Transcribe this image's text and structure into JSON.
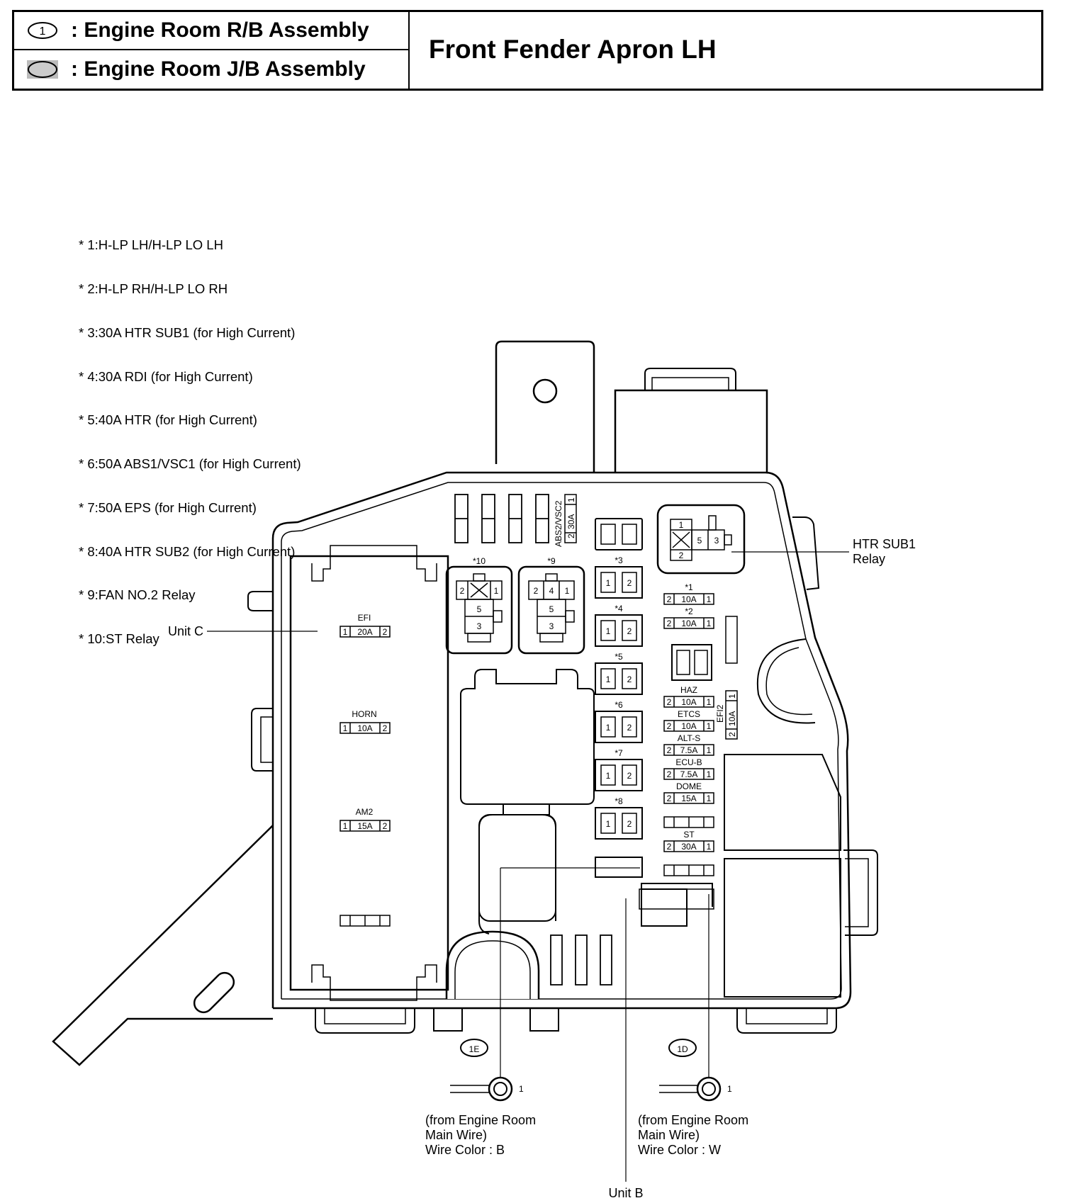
{
  "header": {
    "legend_rb": "Engine Room R/B Assembly",
    "legend_jb": "Engine Room J/B Assembly",
    "legend_rb_code": "1",
    "legend_sep": ":",
    "title": "Front Fender Apron LH"
  },
  "footnotes": [
    "* 1:H-LP LH/H-LP LO LH",
    "* 2:H-LP RH/H-LP LO RH",
    "* 3:30A HTR SUB1 (for High Current)",
    "* 4:30A RDI (for High Current)",
    "* 5:40A HTR (for High Current)",
    "* 6:50A ABS1/VSC1 (for High Current)",
    "* 7:50A EPS (for High Current)",
    "* 8:40A HTR SUB2 (for High Current)",
    "* 9:FAN NO.2 Relay",
    "* 10:ST Relay"
  ],
  "unit_c": {
    "label": "Unit C",
    "fuses": [
      {
        "name": "EFI",
        "amp": "20A",
        "left": "1",
        "right": "2"
      },
      {
        "name": "HORN",
        "amp": "10A",
        "left": "1",
        "right": "2"
      },
      {
        "name": "AM2",
        "amp": "15A",
        "left": "1",
        "right": "2"
      }
    ]
  },
  "relays": {
    "st": {
      "tag": "*10",
      "pins": [
        "2",
        "1",
        "5",
        "3"
      ]
    },
    "fan2": {
      "tag": "*9",
      "pins": [
        "2",
        "4",
        "1",
        "5",
        "3"
      ]
    },
    "htr_sub1": {
      "label_line1": "HTR SUB1",
      "label_line2": "Relay",
      "pins": [
        "1",
        "2",
        "5",
        "3"
      ]
    }
  },
  "abs2": {
    "name": "ABS2/VSC2",
    "amp": "30A",
    "left": "2",
    "right": "1"
  },
  "high_current": {
    "tags": [
      "*3",
      "*4",
      "*5",
      "*6",
      "*7",
      "*8"
    ],
    "pins": [
      "1",
      "2"
    ]
  },
  "right_fuses": [
    {
      "tag": "*1",
      "amp": "10A",
      "left": "2",
      "right": "1"
    },
    {
      "tag": "*2",
      "amp": "10A",
      "left": "2",
      "right": "1"
    },
    {
      "name": "HAZ",
      "amp": "10A",
      "left": "2",
      "right": "1"
    },
    {
      "name": "ETCS",
      "amp": "10A",
      "left": "2",
      "right": "1"
    },
    {
      "name": "ALT-S",
      "amp": "7.5A",
      "left": "2",
      "right": "1"
    },
    {
      "name": "ECU-B",
      "amp": "7.5A",
      "left": "2",
      "right": "1"
    },
    {
      "name": "DOME",
      "amp": "15A",
      "left": "2",
      "right": "1"
    },
    {
      "name": "ST",
      "amp": "30A",
      "left": "2",
      "right": "1"
    }
  ],
  "efi2": {
    "name": "EFI2",
    "amp": "10A",
    "left": "2",
    "right": "1"
  },
  "connectors": [
    {
      "code": "1E",
      "pin": "1",
      "from_line1": "(from Engine Room",
      "from_line2": "Main Wire)",
      "wire": "Wire Color : B"
    },
    {
      "code": "1D",
      "pin": "1",
      "from_line1": "(from Engine Room",
      "from_line2": "Main Wire)",
      "wire": "Wire Color : W"
    }
  ],
  "unit_b": {
    "label": "Unit B"
  }
}
